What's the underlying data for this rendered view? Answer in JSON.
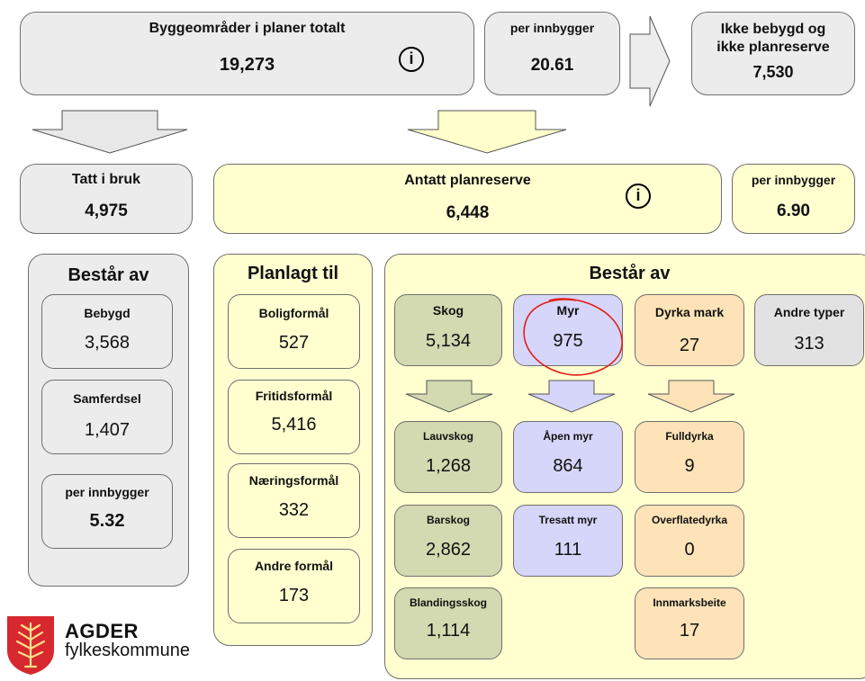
{
  "top": {
    "total": {
      "title": "Byggeområder i planer totalt",
      "value": "19,273"
    },
    "per_capita": {
      "title": "per innbygger",
      "value": "20.61"
    },
    "not_built": {
      "title_line1": "Ikke bebygd og",
      "title_line2": "ikke planreserve",
      "value": "7,530"
    }
  },
  "info_glyph": "i",
  "taken": {
    "title": "Tatt i bruk",
    "value": "4,975"
  },
  "reserve": {
    "title": "Antatt planreserve",
    "value": "6,448",
    "per_capita": {
      "title": "per innbygger",
      "value": "6.90"
    }
  },
  "taken_breakdown": {
    "header": "Består av",
    "items": [
      {
        "label": "Bebygd",
        "value": "3,568"
      },
      {
        "label": "Samferdsel",
        "value": "1,407"
      },
      {
        "label": "per innbygger",
        "value": "5.32"
      }
    ]
  },
  "planned": {
    "header": "Planlagt til",
    "items": [
      {
        "label": "Boligformål",
        "value": "527"
      },
      {
        "label": "Fritidsformål",
        "value": "5,416"
      },
      {
        "label": "Næringsformål",
        "value": "332"
      },
      {
        "label": "Andre formål",
        "value": "173"
      }
    ]
  },
  "reserve_breakdown": {
    "header": "Består av",
    "categories": [
      {
        "label": "Skog",
        "value": "5,134",
        "color": "#d3d9b0"
      },
      {
        "label": "Myr",
        "value": "975",
        "color": "#d6d6fb"
      },
      {
        "label": "Dyrka mark",
        "value": "27",
        "color": "#fde3b7"
      },
      {
        "label": "Andre typer",
        "value": "313",
        "color": "#e2e2e2"
      }
    ],
    "skog_sub": [
      {
        "label": "Lauvskog",
        "value": "1,268"
      },
      {
        "label": "Barskog",
        "value": "2,862"
      },
      {
        "label": "Blandingsskog",
        "value": "1,114"
      }
    ],
    "myr_sub": [
      {
        "label": "Åpen myr",
        "value": "864"
      },
      {
        "label": "Tresatt myr",
        "value": "111"
      }
    ],
    "dyrka_sub": [
      {
        "label": "Fulldyrka",
        "value": "9"
      },
      {
        "label": "Overflatedyrka",
        "value": "0"
      },
      {
        "label": "Innmarksbeite",
        "value": "17"
      }
    ]
  },
  "logo": {
    "name": "AGDER",
    "subtitle": "fylkeskommune"
  },
  "colors": {
    "gray": "#ececec",
    "yellow": "#ffffd0",
    "annotation": "#e0201c",
    "logo_red": "#d7282f"
  }
}
